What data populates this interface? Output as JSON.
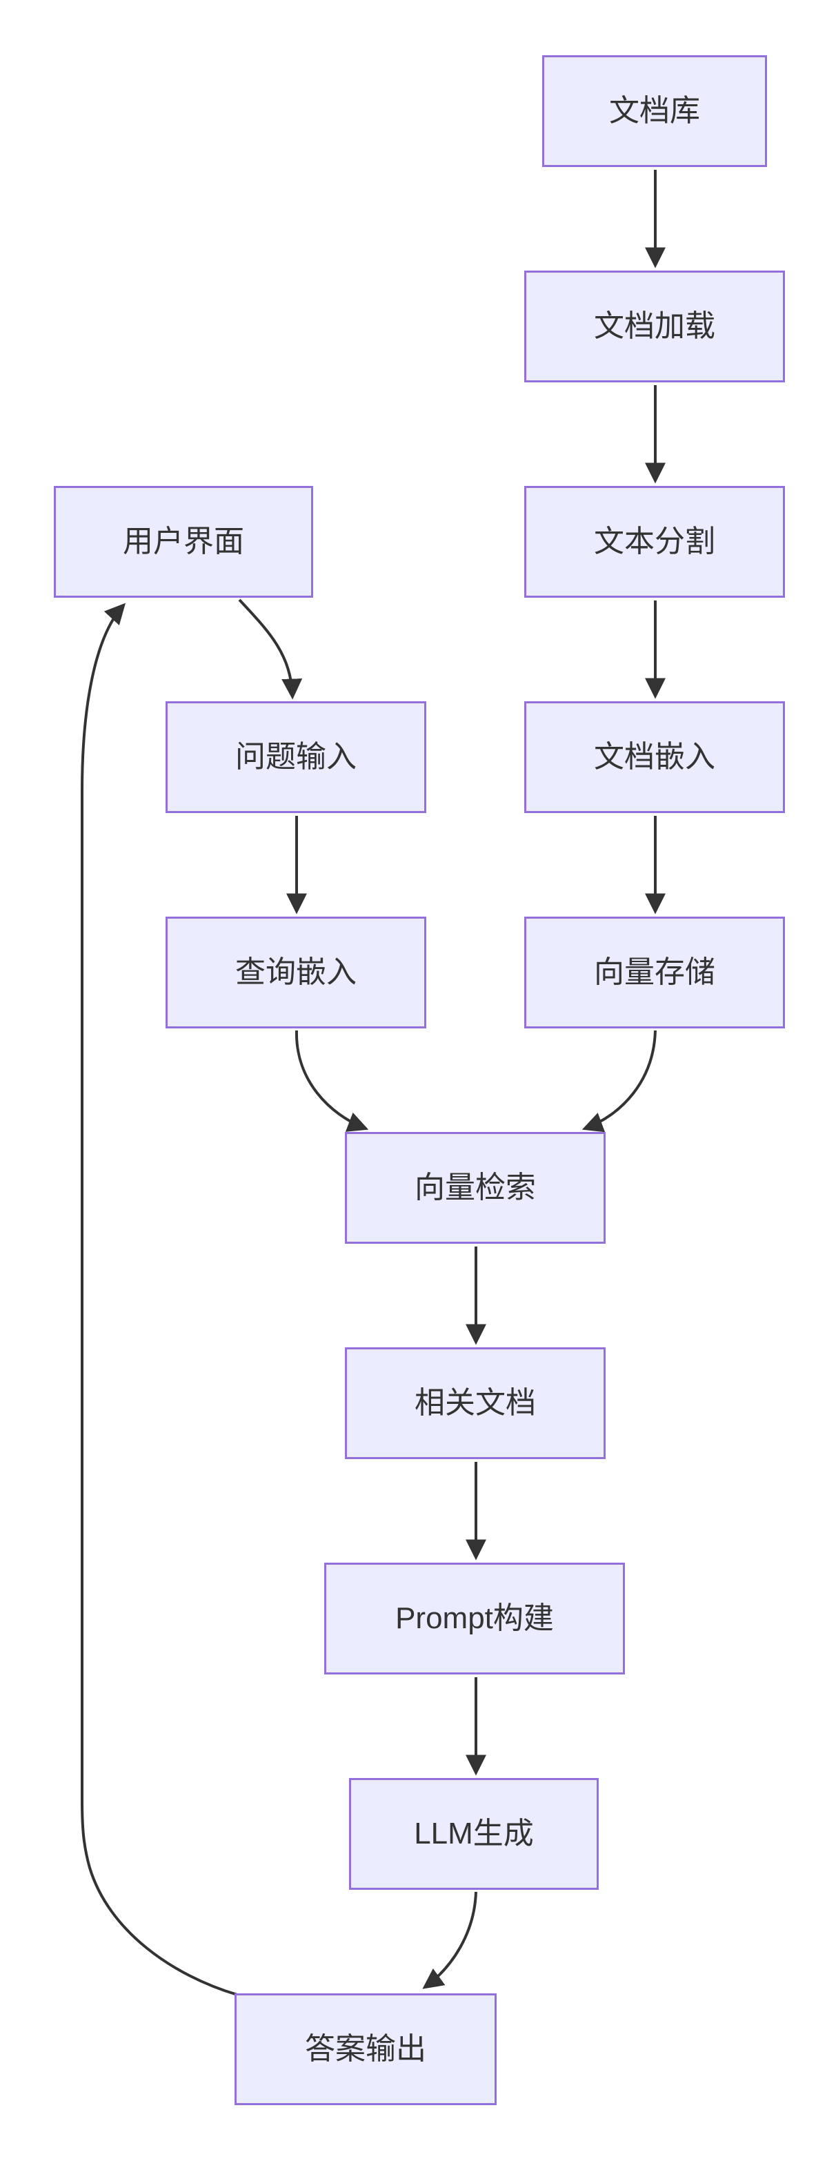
{
  "diagram": {
    "type": "flowchart",
    "direction": "top-down",
    "colors": {
      "node_fill": "#ECECFF",
      "node_border": "#9370DB",
      "edge_line": "#333333",
      "text": "#333333",
      "background": "#FFFFFF"
    },
    "nodes": [
      {
        "id": "doc_library",
        "label": "文档库"
      },
      {
        "id": "doc_loading",
        "label": "文档加载"
      },
      {
        "id": "text_splitting",
        "label": "文本分割"
      },
      {
        "id": "user_interface",
        "label": "用户界面"
      },
      {
        "id": "question_input",
        "label": "问题输入"
      },
      {
        "id": "doc_embedding",
        "label": "文档嵌入"
      },
      {
        "id": "query_embedding",
        "label": "查询嵌入"
      },
      {
        "id": "vector_storage",
        "label": "向量存储"
      },
      {
        "id": "vector_retrieval",
        "label": "向量检索"
      },
      {
        "id": "related_docs",
        "label": "相关文档"
      },
      {
        "id": "prompt_building",
        "label": "Prompt构建"
      },
      {
        "id": "llm_generation",
        "label": "LLM生成"
      },
      {
        "id": "answer_output",
        "label": "答案输出"
      }
    ],
    "edges": [
      {
        "from": "doc_library",
        "to": "doc_loading"
      },
      {
        "from": "doc_loading",
        "to": "text_splitting"
      },
      {
        "from": "text_splitting",
        "to": "doc_embedding"
      },
      {
        "from": "doc_embedding",
        "to": "vector_storage"
      },
      {
        "from": "vector_storage",
        "to": "vector_retrieval"
      },
      {
        "from": "query_embedding",
        "to": "vector_retrieval"
      },
      {
        "from": "user_interface",
        "to": "question_input"
      },
      {
        "from": "question_input",
        "to": "query_embedding"
      },
      {
        "from": "vector_retrieval",
        "to": "related_docs"
      },
      {
        "from": "related_docs",
        "to": "prompt_building"
      },
      {
        "from": "prompt_building",
        "to": "llm_generation"
      },
      {
        "from": "llm_generation",
        "to": "answer_output"
      },
      {
        "from": "answer_output",
        "to": "user_interface"
      }
    ]
  }
}
